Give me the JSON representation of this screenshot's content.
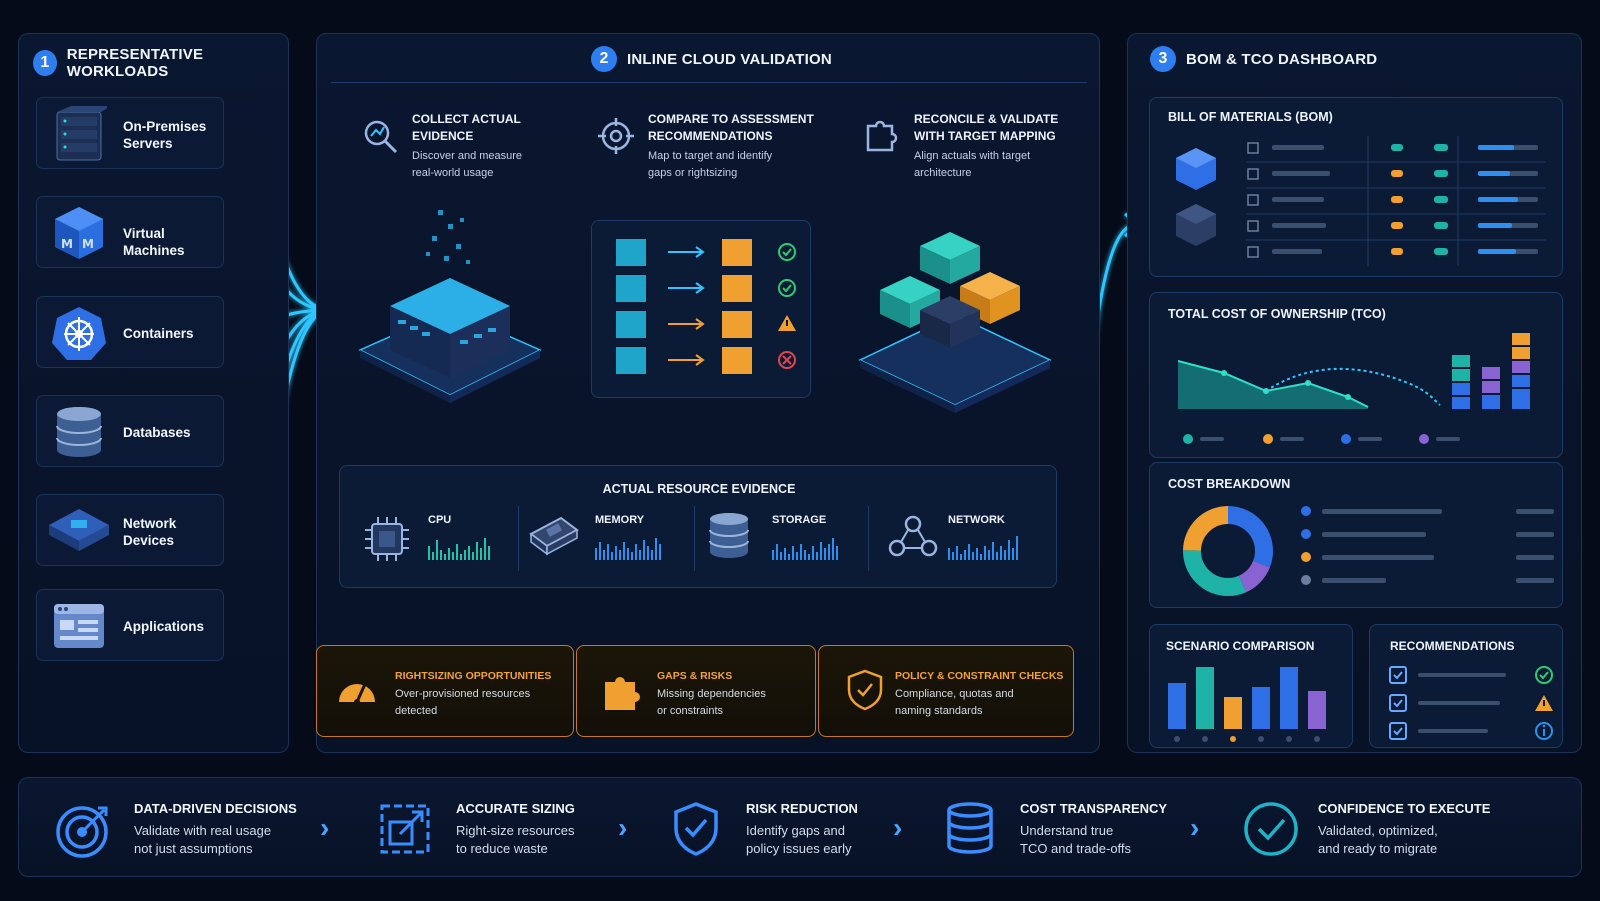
{
  "panels": {
    "workloads": {
      "num": "1",
      "title": "REPRESENTATIVE WORKLOADS"
    },
    "validation": {
      "num": "2",
      "title": "INLINE CLOUD VALIDATION"
    },
    "dashboard": {
      "num": "3",
      "title": "BOM & TCO DASHBOARD"
    }
  },
  "workloads": [
    {
      "line1": "On-Premises",
      "line2": "Servers",
      "icon": "server-rack-icon"
    },
    {
      "line1": "Virtual Machines",
      "line2": "",
      "icon": "vm-cube-icon"
    },
    {
      "line1": "Containers",
      "line2": "",
      "icon": "kubernetes-helm-icon"
    },
    {
      "line1": "Databases",
      "line2": "",
      "icon": "database-icon"
    },
    {
      "line1": "Network",
      "line2": "Devices",
      "icon": "network-switch-icon"
    },
    {
      "line1": "Applications",
      "line2": "",
      "icon": "app-window-icon"
    }
  ],
  "steps": [
    {
      "title1": "COLLECT ACTUAL",
      "title2": "EVIDENCE",
      "desc1": "Discover and measure",
      "desc2": "real-world usage"
    },
    {
      "title1": "COMPARE TO ASSESSMENT",
      "title2": "RECOMMENDATIONS",
      "desc1": "Map to target and identify",
      "desc2": "gaps or rightsizing"
    },
    {
      "title1": "RECONCILE & VALIDATE",
      "title2": "WITH TARGET MAPPING",
      "desc1": "Align actuals with target",
      "desc2": "architecture"
    }
  ],
  "evidence": {
    "title": "ACTUAL RESOURCE EVIDENCE",
    "items": [
      {
        "label": "CPU",
        "icon": "cpu-chip-icon"
      },
      {
        "label": "MEMORY",
        "icon": "memory-module-icon"
      },
      {
        "label": "STORAGE",
        "icon": "storage-disk-icon"
      },
      {
        "label": "NETWORK",
        "icon": "network-nodes-icon"
      }
    ]
  },
  "checks": [
    {
      "title": "RIGHTSIZING OPPORTUNITIES",
      "desc1": "Over-provisioned resources",
      "desc2": "detected",
      "icon": "gauge-icon"
    },
    {
      "title": "GAPS & RISKS",
      "desc1": "Missing dependencies",
      "desc2": "or constraints",
      "icon": "puzzle-piece-icon"
    },
    {
      "title": "POLICY & CONSTRAINT CHECKS",
      "desc1": "Compliance, quotas and",
      "desc2": "naming standards",
      "icon": "shield-check-icon"
    }
  ],
  "dashboard": {
    "bom": "BILL OF MATERIALS (BOM)",
    "tco": "TOTAL COST OF OWNERSHIP (TCO)",
    "breakdown": "COST BREAKDOWN",
    "scenario": "SCENARIO COMPARISON",
    "recommendations": "RECOMMENDATIONS"
  },
  "benefits": [
    {
      "title": "DATA-DRIVEN DECISIONS",
      "desc1": "Validate with real usage",
      "desc2": "not just assumptions",
      "icon": "target-icon"
    },
    {
      "title": "ACCURATE SIZING",
      "desc1": "Right-size resources",
      "desc2": "to reduce waste",
      "icon": "resize-icon"
    },
    {
      "title": "RISK REDUCTION",
      "desc1": "Identify gaps and",
      "desc2": "policy issues early",
      "icon": "shield-icon"
    },
    {
      "title": "COST TRANSPARENCY",
      "desc1": "Understand true",
      "desc2": "TCO and trade-offs",
      "icon": "coin-stack-icon"
    },
    {
      "title": "CONFIDENCE TO EXECUTE",
      "desc1": "Validated, optimized,",
      "desc2": "and ready to migrate",
      "icon": "check-circle-icon"
    }
  ],
  "colors": {
    "accent": "#2f7ef0",
    "glow": "#2fc6ff",
    "teal": "#1fb3a8",
    "orange": "#f0a030",
    "purple": "#8a63d2",
    "red": "#e0454b",
    "green": "#2ecc71"
  }
}
